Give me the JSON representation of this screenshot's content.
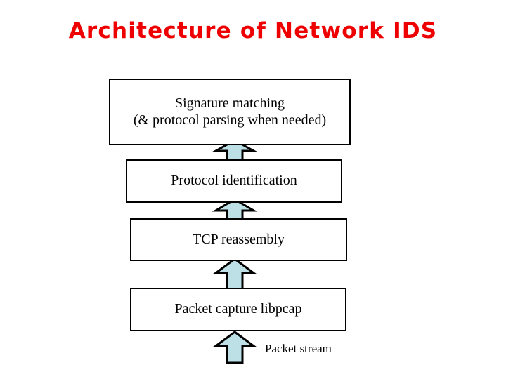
{
  "slide": {
    "title": "Architecture of Network IDS",
    "title_color": "#ee0000",
    "background_color": "#ffffff"
  },
  "diagram": {
    "type": "stacked-layer-flow",
    "direction": "bottom-to-top",
    "box_border_color": "#000000",
    "box_fill_color": "#ffffff",
    "arrow_fill_color": "#bce0e6",
    "arrow_outline_color": "#000000",
    "boxes": [
      {
        "id": "signature-matching",
        "lines": [
          "Signature matching",
          "(& protocol parsing when needed)"
        ]
      },
      {
        "id": "protocol-identification",
        "lines": [
          "Protocol identification"
        ]
      },
      {
        "id": "tcp-reassembly",
        "lines": [
          "TCP reassembly"
        ]
      },
      {
        "id": "packet-capture-libpcap",
        "lines": [
          "Packet capture libpcap"
        ]
      }
    ],
    "arrows": [
      {
        "id": "arrow-protocol-to-signature",
        "direction": "up"
      },
      {
        "id": "arrow-tcp-to-protocol",
        "direction": "up"
      },
      {
        "id": "arrow-libpcap-to-tcp",
        "direction": "up"
      },
      {
        "id": "arrow-stream-to-libpcap",
        "direction": "up"
      }
    ],
    "caption": "Packet stream"
  }
}
